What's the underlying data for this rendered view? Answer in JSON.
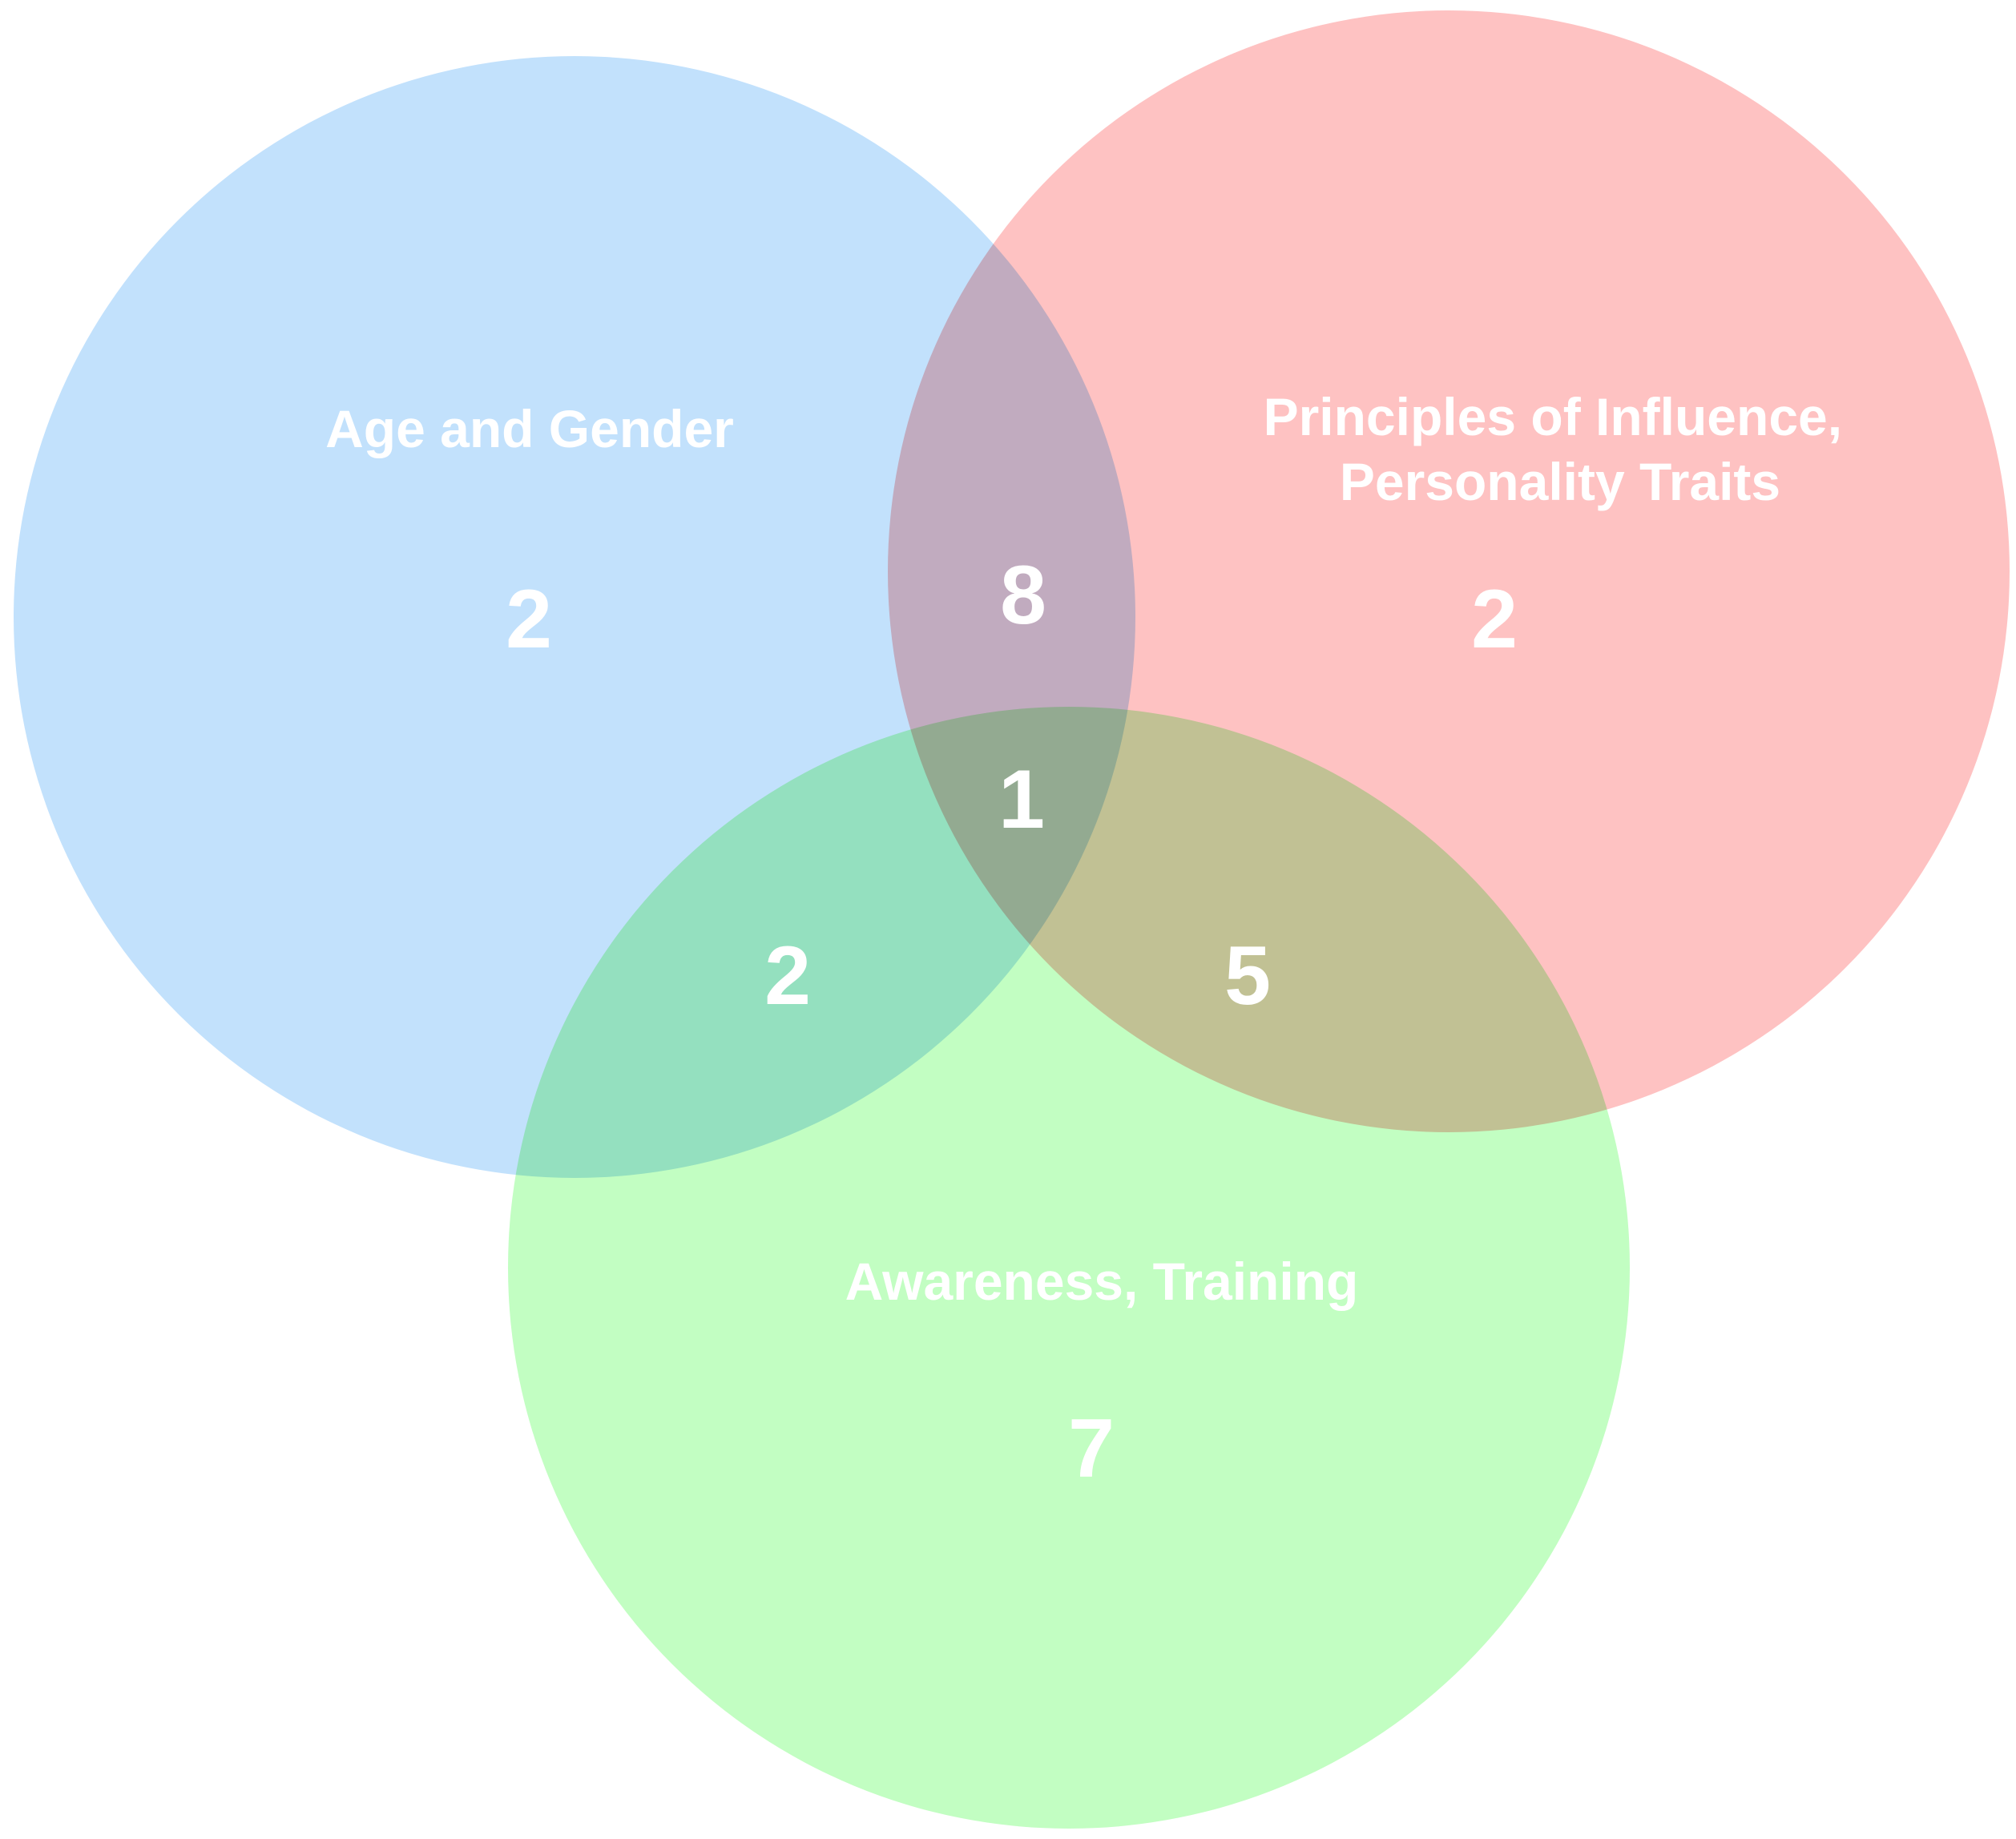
{
  "sets": {
    "age_gender": {
      "label_lines": [
        "Age and Gender"
      ],
      "color": "#c2e1fc"
    },
    "influence_personality": {
      "label_lines": [
        "Principles of Influence,",
        "Personality Traits"
      ],
      "color": "#fec2c2"
    },
    "awareness_training": {
      "label_lines": [
        "Awareness, Training"
      ],
      "color": "#c2fec2"
    }
  },
  "regions": {
    "age_gender_only": "2",
    "influence_personality_only": "2",
    "awareness_training_only": "7",
    "age_gender_and_influence_personality": "8",
    "age_gender_and_awareness_training": "2",
    "influence_personality_and_awareness_training": "5",
    "all_three": "1"
  }
}
